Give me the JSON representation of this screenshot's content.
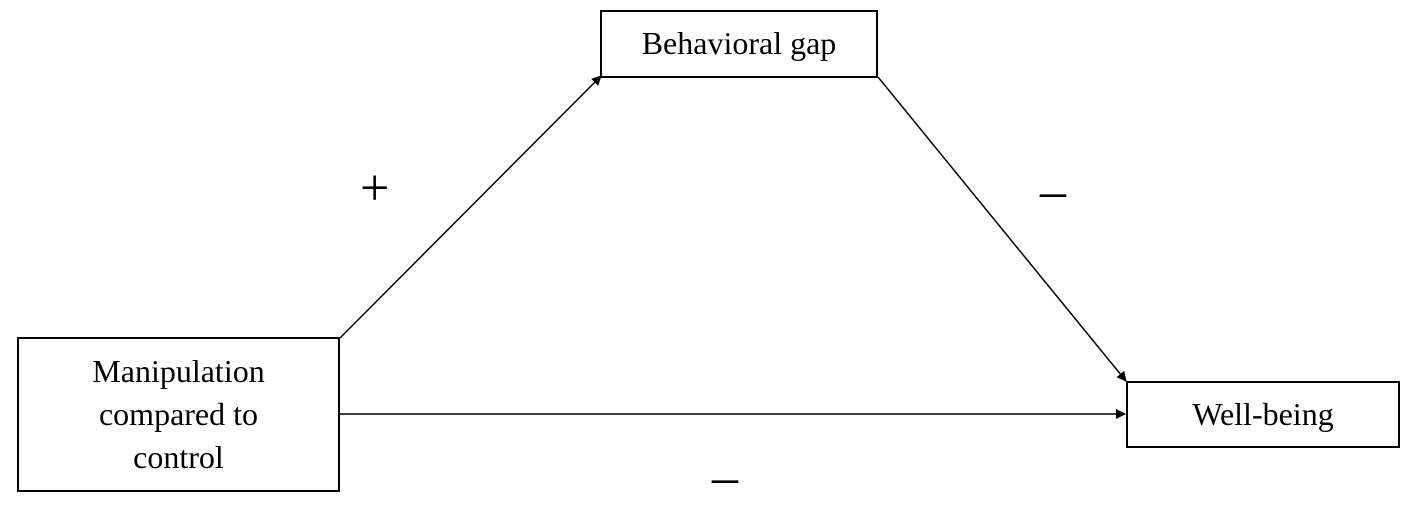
{
  "diagram": {
    "nodes": {
      "manipulation": {
        "label": "Manipulation\ncompared to\ncontrol"
      },
      "gap": {
        "label": "Behavioral gap"
      },
      "wellbeing": {
        "label": "Well-being"
      }
    },
    "edges": [
      {
        "from": "manipulation",
        "to": "gap",
        "sign": "+"
      },
      {
        "from": "gap",
        "to": "wellbeing",
        "sign": "–"
      },
      {
        "from": "manipulation",
        "to": "wellbeing",
        "sign": "–"
      }
    ],
    "colors": {
      "line": "#000000",
      "background": "#ffffff"
    }
  }
}
